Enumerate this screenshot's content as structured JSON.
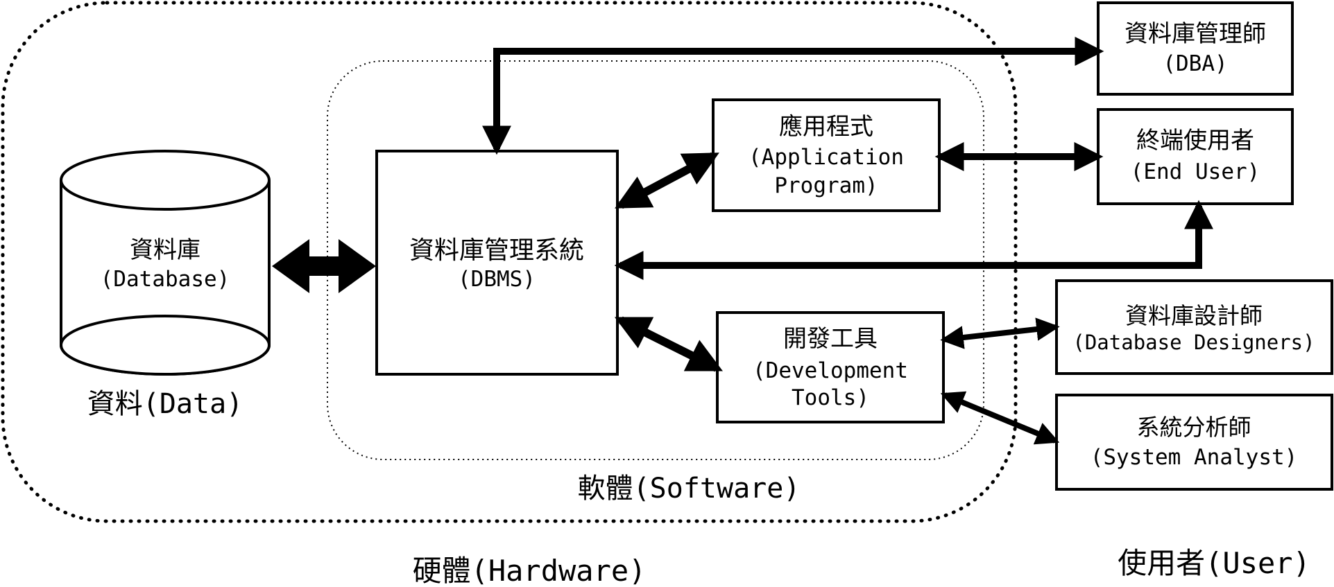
{
  "database": {
    "title": "資料庫",
    "subtitle": "(Database)",
    "caption": "資料(Data)"
  },
  "dbms": {
    "title": "資料庫管理系統",
    "subtitle": "(DBMS)"
  },
  "application_program": {
    "title": "應用程式",
    "subtitle_line1": "(Application",
    "subtitle_line2": "Program)"
  },
  "development_tools": {
    "title": "開發工具",
    "subtitle_line1": "(Development",
    "subtitle_line2": "Tools)"
  },
  "dba": {
    "title": "資料庫管理師",
    "subtitle": "(DBA)"
  },
  "end_user": {
    "title": "終端使用者",
    "subtitle": "(End User)"
  },
  "database_designers": {
    "title": "資料庫設計師",
    "subtitle": "(Database Designers)"
  },
  "system_analyst": {
    "title": "系統分析師",
    "subtitle": "(System Analyst)"
  },
  "regions": {
    "software": "軟體(Software)",
    "hardware": "硬體(Hardware)",
    "user": "使用者(User)"
  }
}
